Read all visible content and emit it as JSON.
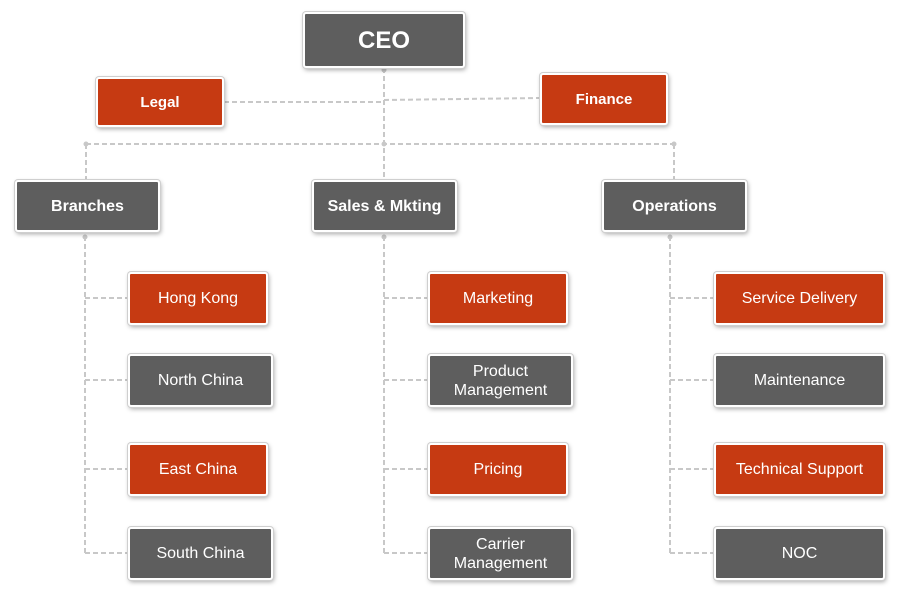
{
  "colors": {
    "executive": "#5e5e5e",
    "accent": "#c63a12",
    "connector": "#c8c8c8"
  },
  "ceo": {
    "label": "CEO"
  },
  "staff": {
    "legal": "Legal",
    "finance": "Finance"
  },
  "divisions": [
    {
      "label": "Branches",
      "items": [
        "Hong Kong",
        "North China",
        "East China",
        "South China"
      ]
    },
    {
      "label": "Sales & Mkting",
      "items": [
        "Marketing",
        "Product\nManagement",
        "Pricing",
        "Carrier\nManagement"
      ]
    },
    {
      "label": "Operations",
      "items": [
        "Service Delivery",
        "Maintenance",
        "Technical Support",
        "NOC"
      ]
    }
  ]
}
